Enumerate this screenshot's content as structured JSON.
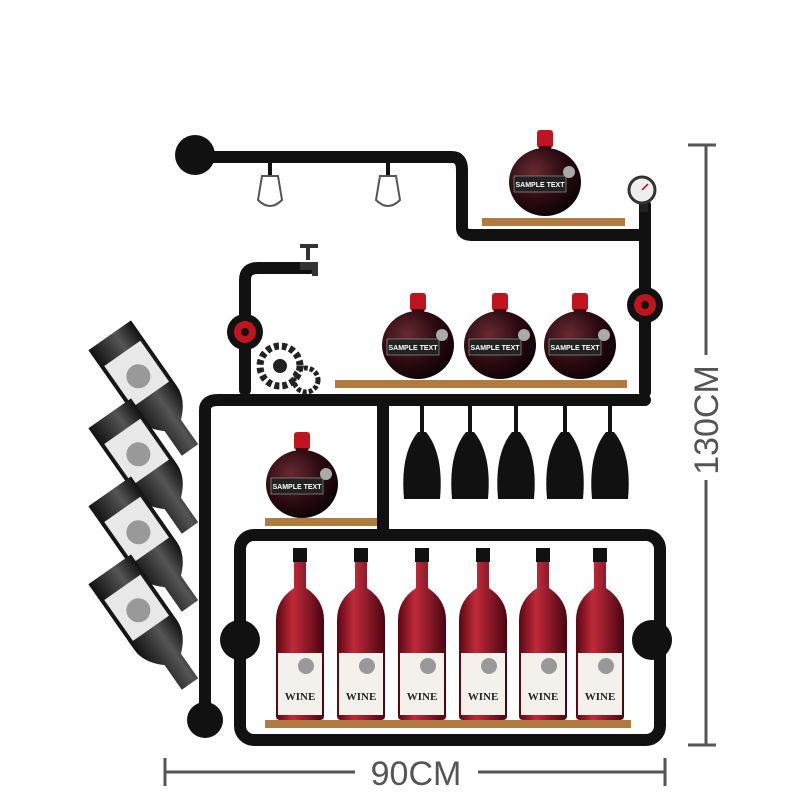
{
  "product": {
    "width_label": "90CM",
    "height_label": "130CM",
    "jar_label": "SAMPLE TEXT",
    "bottle_label": "WINE"
  },
  "colors": {
    "pipe": "#111111",
    "shelf": "#b07a40",
    "wine": "#8e0f1e",
    "jar": "#2a0a10",
    "valve": "#c0141e",
    "dimension": "#555555"
  }
}
